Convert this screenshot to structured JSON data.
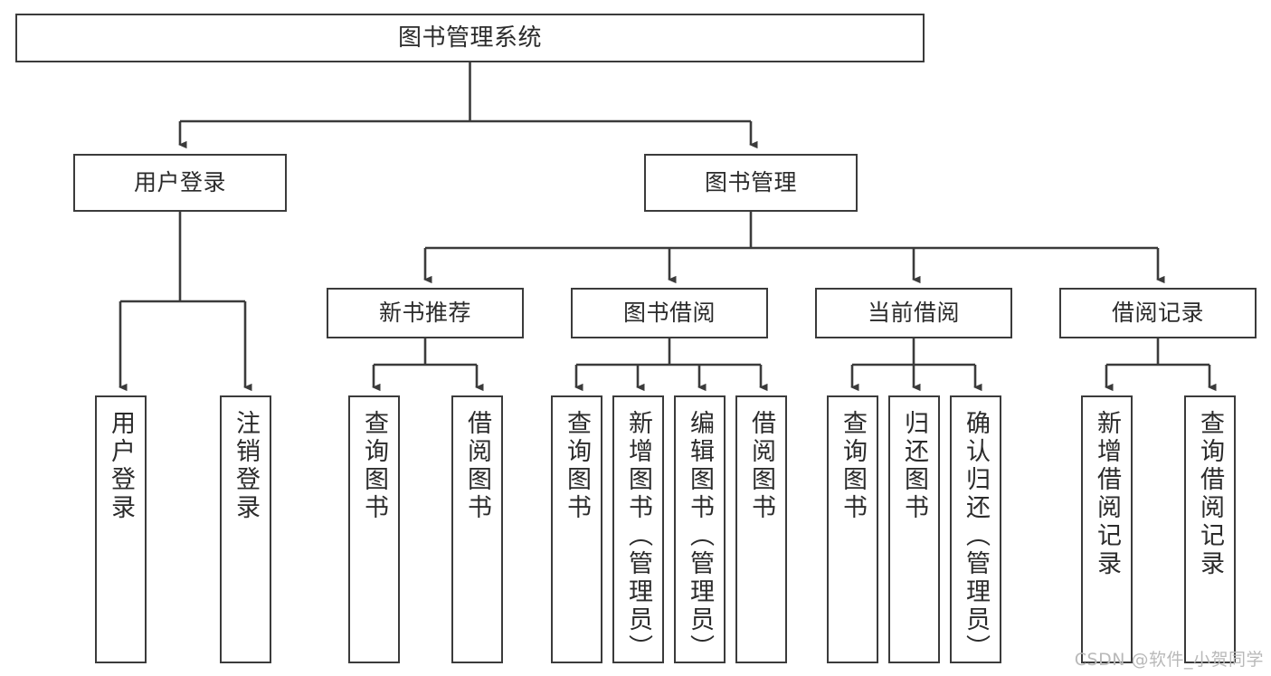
{
  "diagram": {
    "title": "图书管理系统",
    "type": "tree-hierarchy",
    "orientation": "top-down",
    "style": {
      "box_border_color": "#3b3b3b",
      "box_fill_color": "#ffffff",
      "line_color": "#3b3b3b",
      "text_color": "#2b2b2b",
      "background": "#ffffff"
    },
    "nodes": {
      "root": {
        "label": "图书管理系统",
        "level": 1
      },
      "l2": [
        {
          "id": "user_login",
          "label": "用户登录",
          "level": 2
        },
        {
          "id": "book_mgmt",
          "label": "图书管理",
          "level": 2
        }
      ],
      "l3": [
        {
          "id": "new_book_rec",
          "label": "新书推荐",
          "level": 3,
          "parent": "book_mgmt"
        },
        {
          "id": "book_borrow",
          "label": "图书借阅",
          "level": 3,
          "parent": "book_mgmt"
        },
        {
          "id": "current_borrow",
          "label": "当前借阅",
          "level": 3,
          "parent": "book_mgmt"
        },
        {
          "id": "borrow_record",
          "label": "借阅记录",
          "level": 3,
          "parent": "book_mgmt"
        }
      ],
      "leaves": [
        {
          "id": "leaf_user_login",
          "label": "用户登录",
          "parent": "user_login"
        },
        {
          "id": "leaf_user_logout",
          "label": "注销登录",
          "parent": "user_login"
        },
        {
          "id": "leaf_query_book_1",
          "label": "查询图书",
          "parent": "new_book_rec"
        },
        {
          "id": "leaf_borrow_book_1",
          "label": "借阅图书",
          "parent": "new_book_rec"
        },
        {
          "id": "leaf_query_book_2",
          "label": "查询图书",
          "parent": "book_borrow"
        },
        {
          "id": "leaf_add_book",
          "label": "新增图书（管理员）",
          "parent": "book_borrow"
        },
        {
          "id": "leaf_edit_book",
          "label": "编辑图书（管理员）",
          "parent": "book_borrow"
        },
        {
          "id": "leaf_borrow_book_2",
          "label": "借阅图书",
          "parent": "book_borrow"
        },
        {
          "id": "leaf_query_book_3",
          "label": "查询图书",
          "parent": "current_borrow"
        },
        {
          "id": "leaf_return_book",
          "label": "归还图书",
          "parent": "current_borrow"
        },
        {
          "id": "leaf_confirm_return",
          "label": "确认归还（管理员）",
          "parent": "current_borrow"
        },
        {
          "id": "leaf_add_record",
          "label": "新增借阅记录",
          "parent": "borrow_record"
        },
        {
          "id": "leaf_query_record",
          "label": "查询借阅记录",
          "parent": "borrow_record"
        }
      ]
    }
  },
  "watermark": {
    "text": "CSDN @软件_小贺同学"
  }
}
